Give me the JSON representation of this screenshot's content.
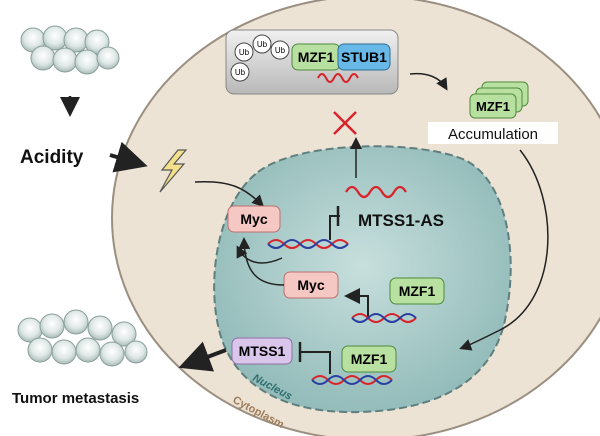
{
  "diagram": {
    "labels": {
      "acidity": "Acidity",
      "tumor_metastasis": "Tumor metastasis",
      "accumulation": "Accumulation",
      "nucleus": "Nucleus",
      "cytoplasm": "Cytoplasm"
    },
    "proteins": {
      "mzf1_top": "MZF1",
      "stub1": "STUB1",
      "mzf1_accum": "MZF1",
      "myc_upper": "Myc",
      "myc_lower": "Myc",
      "mzf1_mid": "MZF1",
      "mzf1_bottom": "MZF1",
      "mtss1": "MTSS1"
    },
    "rna": {
      "mtss1_as": "MTSS1-AS"
    },
    "ubiquitin": [
      "Ub",
      "Ub",
      "Ub",
      "Ub"
    ],
    "colors": {
      "cell_fill": "#ece3d5",
      "cell_stroke": "#9a8f80",
      "nucleus_fill": "#a9cccb",
      "nucleus_stroke": "#5f7f7e",
      "mzf1_fill": "#b8e0a0",
      "mzf1_stroke": "#4e8a3c",
      "stub1_fill": "#68b8e8",
      "myc_fill": "#f5c8c4",
      "myc_stroke": "#c07070",
      "mtss1_fill": "#d9c6ea",
      "mtss1_stroke": "#8d6fa8",
      "rna_red": "#d9232a",
      "dna_blue": "#2a3fa0",
      "ubox_fill": "#cfcfcf",
      "nucleus_label": "#2f6f70",
      "cytoplasm_label": "#a07c5a"
    }
  }
}
